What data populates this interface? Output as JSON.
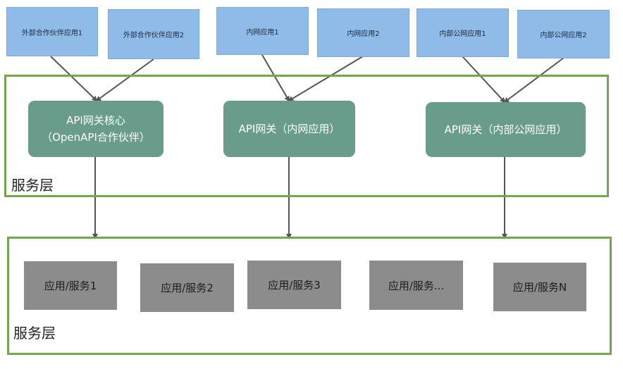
{
  "clients": [
    {
      "id": "partner-app-1",
      "label": "外部合作伙伴应用1"
    },
    {
      "id": "partner-app-2",
      "label": "外部合作伙伴应用2"
    },
    {
      "id": "intranet-app-1",
      "label": "内网应用1"
    },
    {
      "id": "intranet-app-2",
      "label": "内网应用2"
    },
    {
      "id": "internal-public-app-1",
      "label": "内部公网应用1"
    },
    {
      "id": "internal-public-app-2",
      "label": "内部公网应用2"
    }
  ],
  "gateways": [
    {
      "id": "gateway-core",
      "label": "API网关核心\n（OpenAPI合作伙伴）"
    },
    {
      "id": "gateway-intranet",
      "label": "API网关（内网应用）"
    },
    {
      "id": "gateway-internal-public",
      "label": "API网关（内部公网应用）"
    }
  ],
  "layers": {
    "top_label": "服务层",
    "bottom_label": "服务层"
  },
  "services": [
    {
      "id": "service-1",
      "label": "应用/服务1"
    },
    {
      "id": "service-2",
      "label": "应用/服务2"
    },
    {
      "id": "service-3",
      "label": "应用/服务3"
    },
    {
      "id": "service-etc",
      "label": "应用/服务..."
    },
    {
      "id": "service-n",
      "label": "应用/服务N"
    }
  ],
  "colors": {
    "client_fill": "#8fbbe8",
    "gateway_fill": "#699c8b",
    "layer_border": "#71a84e",
    "service_fill": "#8c8c8c",
    "arrow": "#555555"
  }
}
